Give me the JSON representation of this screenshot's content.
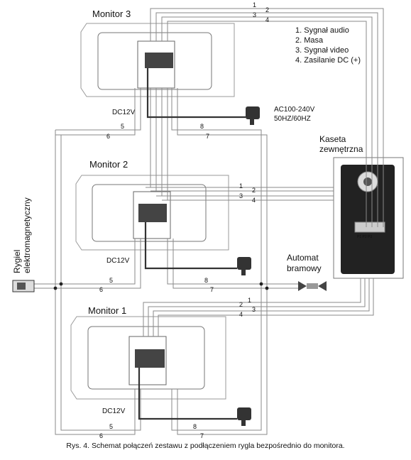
{
  "legend": [
    "1. Sygnał audio",
    "2. Masa",
    "3. Sygnał video",
    "4. Zasilanie DC (+)"
  ],
  "monitors": [
    {
      "name": "Monitor 3",
      "dc": "DC12V"
    },
    {
      "name": "Monitor 2",
      "dc": "DC12V"
    },
    {
      "name": "Monitor 1",
      "dc": "DC12V"
    }
  ],
  "ac_power": {
    "line1": "AC100-240V",
    "line2": "50HZ/60HZ"
  },
  "outdoor_unit": {
    "line1": "Kaseta",
    "line2": "zewnętrzna",
    "terminals": "P1 P2 P3"
  },
  "gate": {
    "line1": "Automat",
    "line2": "bramowy"
  },
  "lock": {
    "line1": "Rygiel",
    "line2": "elektromagnetyczny"
  },
  "wire_numbers": {
    "n1": "1",
    "n2": "2",
    "n3": "3",
    "n4": "4",
    "n5": "5",
    "n6": "6",
    "n7": "7",
    "n8": "8"
  },
  "caption": "Rys. 4. Schemat połączeń zestawu z podłączeniem rygla bezpośrednio do monitora."
}
